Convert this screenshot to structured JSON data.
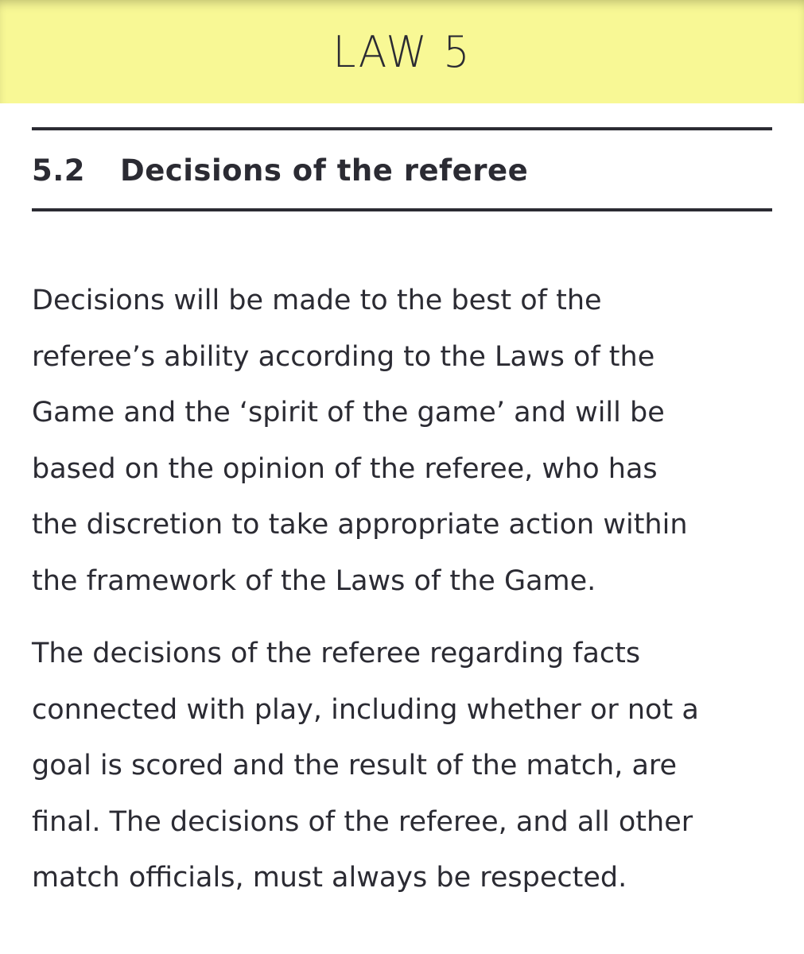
{
  "header": {
    "title": "LAW 5"
  },
  "section": {
    "number": "5.2",
    "title": "Decisions of the referee"
  },
  "paragraphs": [
    {
      "lines": [
        "Decisions will be made to the best of the",
        "referee’s ability according to the Laws of the",
        "Game and the ‘spirit of the game’ and will be",
        "based on the opinion of the referee, who has",
        "the discretion to take appropriate action within",
        "the framework of the Laws of the Game."
      ]
    },
    {
      "lines": [
        "The decisions of the referee regarding facts",
        "connected with play, including whether or not a",
        "goal is scored and the result of the match, are",
        "final. The decisions of the referee, and all other",
        "match officials, must always be respected."
      ]
    }
  ],
  "colors": {
    "header_background": "#f8f895",
    "text": "#2b2b33",
    "rule": "#2b2b33"
  }
}
